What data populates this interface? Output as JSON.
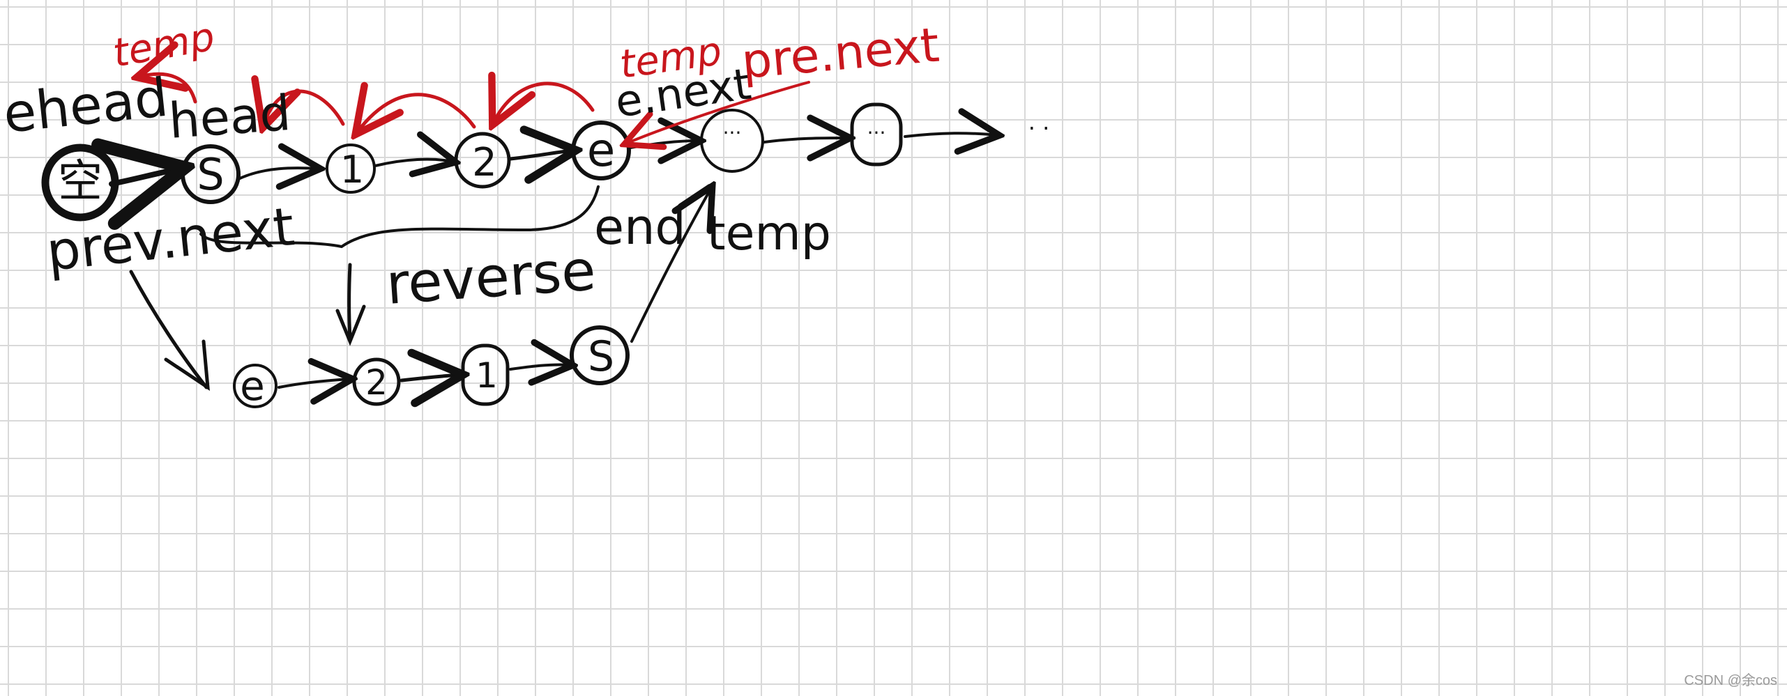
{
  "colors": {
    "ink": "#111111",
    "red": "#c8161d",
    "grid": "#d9d9d9",
    "watermark": "#9a9a9a"
  },
  "nodes": {
    "top": {
      "empty": "空",
      "start": "S",
      "one": "1",
      "two": "2",
      "end": "e",
      "next1": "···",
      "next2": "···",
      "trail": "· ·"
    },
    "bottom": {
      "end": "e",
      "two": "2",
      "one": "1",
      "start": "S"
    }
  },
  "labels": {
    "ehead": "ehead",
    "head": "head",
    "temp_left": "temp",
    "temp_right": "temp",
    "e_next": "e.next",
    "pre_next": "pre.next",
    "prev_next": "prev.next",
    "end": "end",
    "reverse": "reverse",
    "temp_bottom": "temp"
  },
  "watermark": "CSDN @余cos"
}
